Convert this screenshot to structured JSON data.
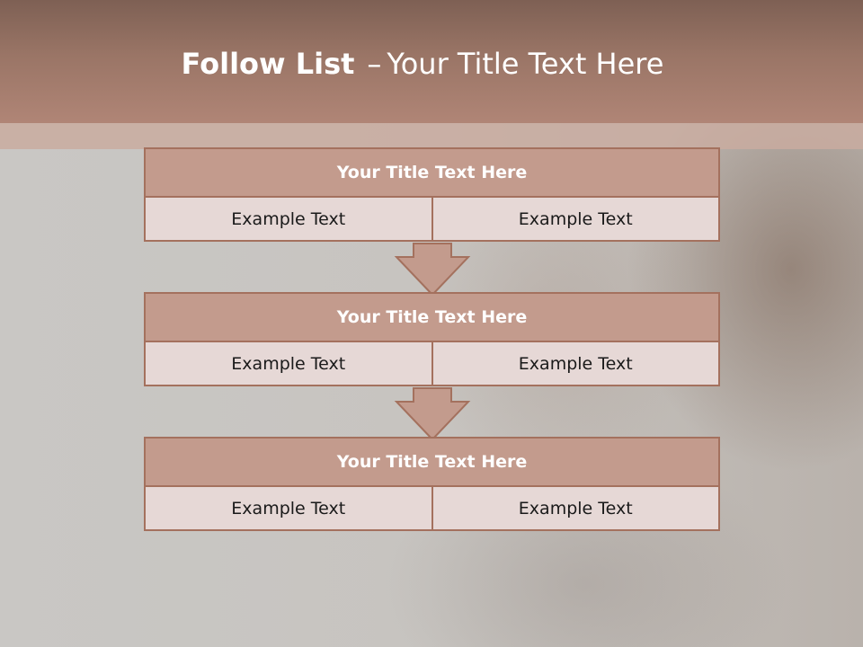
{
  "slide": {
    "title_bold": "Follow List",
    "title_dash": "–",
    "title_rest": "Your Title Text Here"
  },
  "blocks": [
    {
      "title": "Your Title Text Here",
      "left": "Example Text",
      "right": "Example Text"
    },
    {
      "title": "Your Title Text Here",
      "left": "Example Text",
      "right": "Example Text"
    },
    {
      "title": "Your Title Text Here",
      "left": "Example Text",
      "right": "Example Text"
    }
  ],
  "colors": {
    "header": "#9a7566",
    "block_title_fill": "#c39b8d",
    "block_border": "#a4715e",
    "cell_fill": "#e6d8d6"
  }
}
